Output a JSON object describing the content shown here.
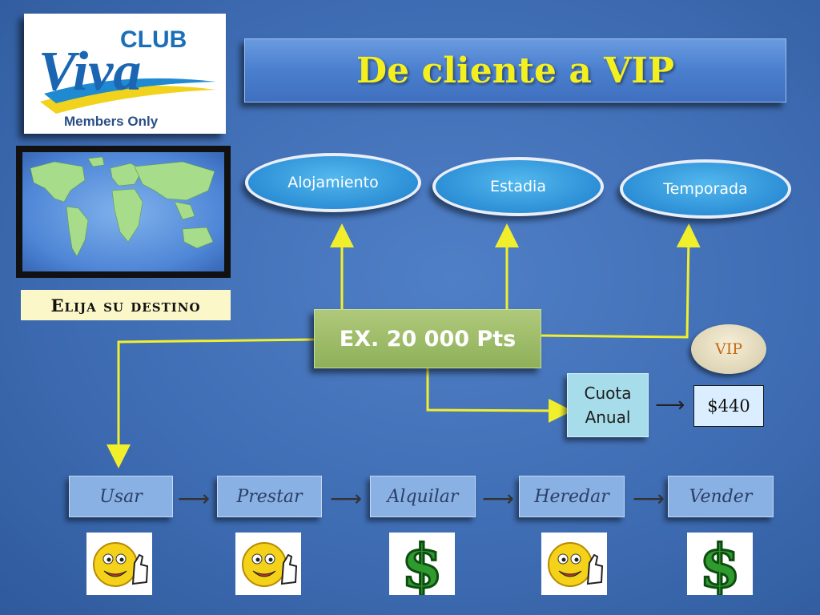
{
  "logo": {
    "word1": "CLUB",
    "word2": "Viva",
    "tagline": "Members Only"
  },
  "title": "De cliente a VIP",
  "map_label": "Elija su destino",
  "ovals": [
    {
      "label": "Alojamiento"
    },
    {
      "label": "Estadia"
    },
    {
      "label": "Temporada"
    }
  ],
  "points_box": "EX. 20 000 Pts",
  "vip_label": "VIP",
  "cuota": {
    "line1": "Cuota",
    "line2": "Anual"
  },
  "price": "$440",
  "actions": [
    {
      "label": "Usar",
      "icon": "smiley-thumbs-up-icon"
    },
    {
      "label": "Prestar",
      "icon": "smiley-thumbs-up-icon"
    },
    {
      "label": "Alquilar",
      "icon": "dollar-sign-icon"
    },
    {
      "label": "Heredar",
      "icon": "smiley-thumbs-up-icon"
    },
    {
      "label": "Vender",
      "icon": "dollar-sign-icon"
    }
  ],
  "arrow_glyph": "⟶",
  "colors": {
    "title": "#f4f01f",
    "connector": "#f1ef2c",
    "oval": "#2d8fd6",
    "points": "#8fb05a",
    "cuota": "#a7ddea",
    "action": "#8ab1e4",
    "vip_text": "#c66a13"
  }
}
